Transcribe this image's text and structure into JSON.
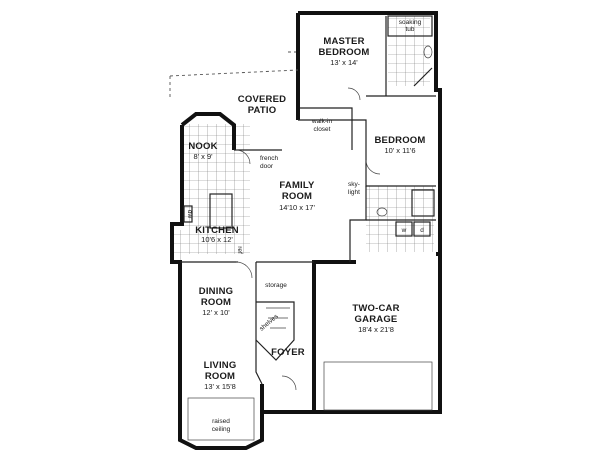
{
  "rooms": {
    "master_bedroom": {
      "name_line1": "MASTER",
      "name_line2": "BEDROOM",
      "dims": "13' x 14'"
    },
    "covered_patio": {
      "name_line1": "COVERED",
      "name_line2": "PATIO"
    },
    "bedroom": {
      "name": "BEDROOM",
      "dims": "10' x 11'6"
    },
    "nook": {
      "name": "NOOK",
      "dims": "8' x 9'"
    },
    "family_room": {
      "name_line1": "FAMILY",
      "name_line2": "ROOM",
      "dims": "14'10 x 17'"
    },
    "kitchen": {
      "name": "KITCHEN",
      "dims": "10'6 x 12'"
    },
    "dining_room": {
      "name_line1": "DINING",
      "name_line2": "ROOM",
      "dims": "12' x 10'"
    },
    "two_car_garage": {
      "name_line1": "TWO-CAR",
      "name_line2": "GARAGE",
      "dims": "18'4 x 21'8"
    },
    "foyer": {
      "name": "FOYER"
    },
    "living_room": {
      "name_line1": "LIVING",
      "name_line2": "ROOM",
      "dims": "13' x 15'8"
    }
  },
  "notes": {
    "soaking_tub_line1": "soaking",
    "soaking_tub_line2": "tub",
    "walk_in_closet_line1": "walk-in",
    "walk_in_closet_line2": "closet",
    "french_door_line1": "french",
    "french_door_line2": "door",
    "sky_light_line1": "sky-",
    "sky_light_line2": "light",
    "washer": "w",
    "dryer": "d",
    "storage": "storage",
    "shelves": "shelves",
    "dw": "dw",
    "ref": "ref",
    "raised_ceiling_line1": "raised",
    "raised_ceiling_line2": "ceiling"
  }
}
